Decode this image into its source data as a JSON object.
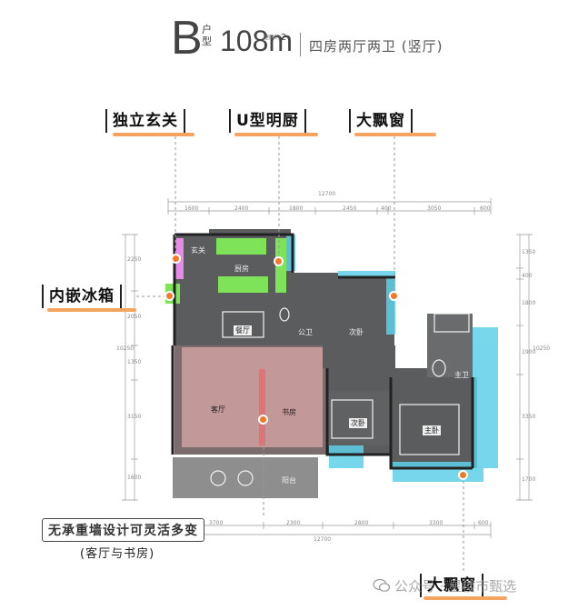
{
  "header": {
    "type_letter": "B",
    "type_label": "户型",
    "area": "108m",
    "area_note": "建面约",
    "area_sup": "2",
    "description": "四房两厅两卫 (竖厅)"
  },
  "callouts": {
    "entrance": "独立玄关",
    "kitchen": "U型明厨",
    "bay_window_top": "大飘窗",
    "fridge": "内嵌冰箱",
    "bay_window_bottom": "大飘窗",
    "flexible": "无承重墙设计可灵活多变",
    "flexible_sub": "(客厅与书房)"
  },
  "rooms": {
    "foyer": "玄关",
    "kitchen": "厨房",
    "dining": "餐厅",
    "public_bath": "公卫",
    "bedroom_sub": "次卧",
    "living": "客厅",
    "study": "书房",
    "bedroom_second": "次卧",
    "master": "主卧",
    "master_bath": "主卫",
    "balcony": "阳台"
  },
  "dimensions": {
    "top_total": "12700",
    "top_segments": [
      "1600",
      "2400",
      "1800",
      "2450",
      "400",
      "3050",
      "600"
    ],
    "bottom_total": "12700",
    "bottom_segments": [
      "3700",
      "2300",
      "2800",
      "3300",
      "600"
    ],
    "left_segments": [
      "2250",
      "2050",
      "1350",
      "3150",
      "1600"
    ],
    "left_total": "10250",
    "right_segments": [
      "1350",
      "400",
      "1800",
      "1900",
      "3350",
      "1700"
    ],
    "right_total": "10250"
  },
  "watermark": "公众号 · 星楼市甄选",
  "colors": {
    "accent_orange": "#f07a2a",
    "underline": "#f4a45f",
    "kitchen_green": "#7fe35a",
    "fridge_pink": "#e68ce8",
    "living_pink": "#d9a7a8",
    "window_cyan": "#5fd0e8",
    "floor_dark": "#5b5c5e"
  }
}
